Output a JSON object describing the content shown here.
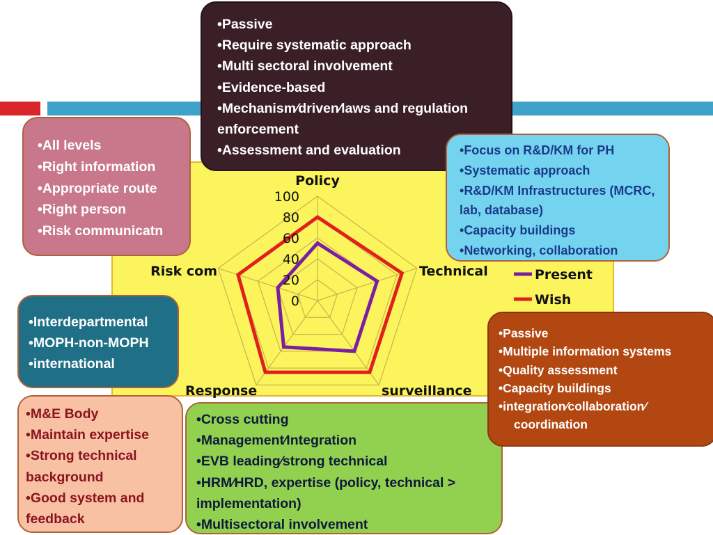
{
  "boxes": {
    "policy": {
      "items": [
        "Passive",
        "Require systematic approach",
        "Multi sectoral involvement",
        "Evidence-based",
        "Mechanism⁄driven⁄laws and regulation enforcement",
        "Assessment and evaluation"
      ]
    },
    "technical": {
      "items": [
        "Focus on R&D/KM for PH",
        "Systematic approach",
        "R&D/KM Infrastructures (MCRC, lab, database)",
        "Capacity buildings",
        "Networking, collaboration"
      ]
    },
    "riskcom": {
      "items": [
        "All levels",
        "Right information",
        "Appropriate route",
        "Right person",
        "Risk communicatn"
      ]
    },
    "response": {
      "items": [
        "Interdepartmental",
        "MOPH-non-MOPH",
        "international"
      ]
    },
    "me": {
      "items": [
        "M&E  Body",
        "Maintain expertise",
        "Strong technical background",
        "Good system and feedback"
      ]
    },
    "cross": {
      "items": [
        "Cross cutting",
        "Management⁄Integration",
        "EVB leading⁄strong technical",
        "HRM⁄HRD, expertise (policy, technical > implementation)",
        "Multisectoral involvement"
      ]
    },
    "surveillance": {
      "items": [
        "Passive",
        "Multiple information systems",
        "Quality assessment",
        "Capacity buildings",
        "integration⁄collaboration⁄"
      ],
      "continuation": "coordination"
    }
  },
  "colors": {
    "present": "#7b1fa2",
    "wish": "#e0201c",
    "grid": "#c9b44a"
  },
  "chart_data": {
    "type": "radar",
    "categories": [
      "Policy",
      "Technical",
      "surveillance",
      "Response",
      "Risk com"
    ],
    "rlim": [
      0,
      100
    ],
    "ticks": [
      "0",
      "20",
      "40",
      "60",
      "80",
      "100"
    ],
    "tick_values": [
      0,
      20,
      40,
      60,
      80,
      100
    ],
    "series": [
      {
        "name": "Present",
        "values": [
          55,
          60,
          60,
          55,
          40
        ],
        "color": "#7b1fa2"
      },
      {
        "name": "Wish",
        "values": [
          80,
          85,
          85,
          85,
          80
        ],
        "color": "#e0201c"
      }
    ],
    "legend": "right"
  }
}
